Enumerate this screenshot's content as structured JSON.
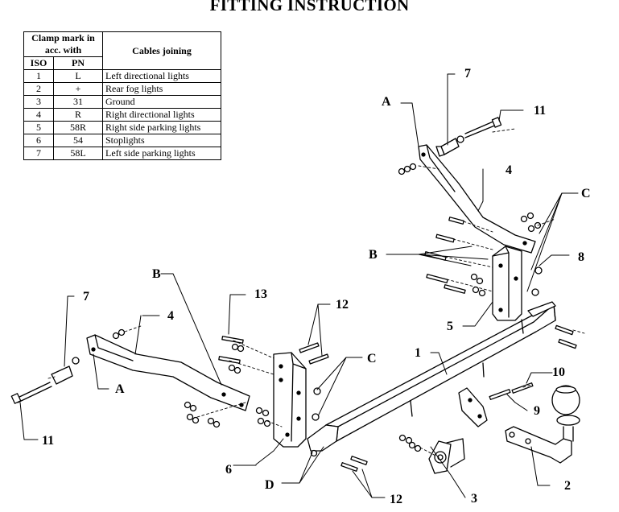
{
  "title": "FITTING INSTRUCTION",
  "wiring_table": {
    "header_clamp": "Clamp mark in acc. with",
    "header_iso": "ISO",
    "header_pn": "PN",
    "header_cables": "Cables joining",
    "rows": [
      {
        "iso": "1",
        "pn": "L",
        "desc": "Left directional lights"
      },
      {
        "iso": "2",
        "pn": "+",
        "desc": "Rear fog lights"
      },
      {
        "iso": "3",
        "pn": "31",
        "desc": "Ground"
      },
      {
        "iso": "4",
        "pn": "R",
        "desc": "Right directional lights"
      },
      {
        "iso": "5",
        "pn": "58R",
        "desc": "Right side parking lights"
      },
      {
        "iso": "6",
        "pn": "54",
        "desc": "Stoplights"
      },
      {
        "iso": "7",
        "pn": "58L",
        "desc": "Left side parking lights"
      }
    ]
  },
  "callouts": {
    "p1": "1",
    "p2": "2",
    "p3": "3",
    "p4a": "4",
    "p4b": "4",
    "p5": "5",
    "p6": "6",
    "p7a": "7",
    "p7b": "7",
    "p8": "8",
    "p9": "9",
    "p10": "10",
    "p11a": "11",
    "p11b": "11",
    "p12a": "12",
    "p12b": "12",
    "p13": "13",
    "A1": "A",
    "A2": "A",
    "B1": "B",
    "B2": "B",
    "C1": "C",
    "C2": "C",
    "D": "D"
  }
}
